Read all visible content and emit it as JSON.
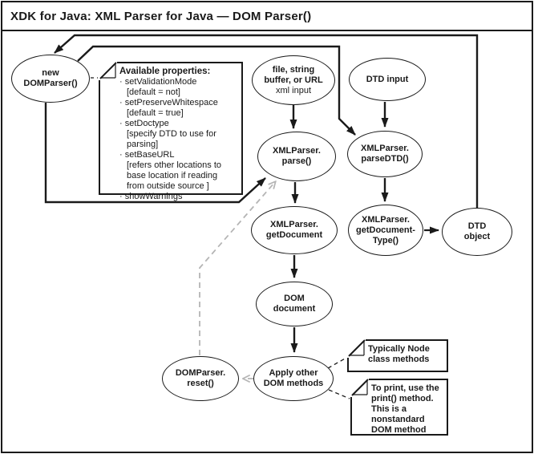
{
  "title": "XDK for Java: XML Parser for Java — DOM Parser()",
  "nodes": {
    "new_domparser": {
      "line1": "new",
      "line2": "DOMParser()"
    },
    "xml_input": {
      "line1": "file, string",
      "line2": "buffer, or URL",
      "line3": "xml input"
    },
    "dtd_input": {
      "line1": "DTD input"
    },
    "parse": {
      "line1": "XMLParser.",
      "line2": "parse()"
    },
    "parse_dtd": {
      "line1": "XMLParser.",
      "line2": "parseDTD()"
    },
    "get_document": {
      "line1": "XMLParser.",
      "line2": "getDocument"
    },
    "get_document_type": {
      "line1": "XMLParser.",
      "line2": "getDocument-",
      "line3": "Type()"
    },
    "dtd_object": {
      "line1": "DTD",
      "line2": "object"
    },
    "dom_document": {
      "line1": "DOM",
      "line2": "document"
    },
    "apply_dom_methods": {
      "line1": "Apply other",
      "line2": "DOM methods"
    },
    "reset": {
      "line1": "DOMParser.",
      "line2": "reset()"
    }
  },
  "notes": {
    "properties": {
      "title": "Available properties:",
      "lines": [
        "· setValidationMode",
        "[default = not]",
        "· setPreserveWhitespace",
        "[default = true]",
        "· setDoctype",
        "[specify DTD to use for",
        "parsing]",
        "· setBaseURL",
        "[refers other locations to",
        "base location if reading",
        "from outside source ]",
        "· showWarnings"
      ]
    },
    "node_methods": {
      "lines": [
        "Typically Node",
        "class methods"
      ]
    },
    "print_method": {
      "lines": [
        "To print, use the",
        "print() method.",
        "This is a",
        "nonstandard",
        "DOM method"
      ]
    }
  },
  "colors": {
    "ink": "#1a1a1a",
    "gray_dash": "#b5b5b5"
  }
}
